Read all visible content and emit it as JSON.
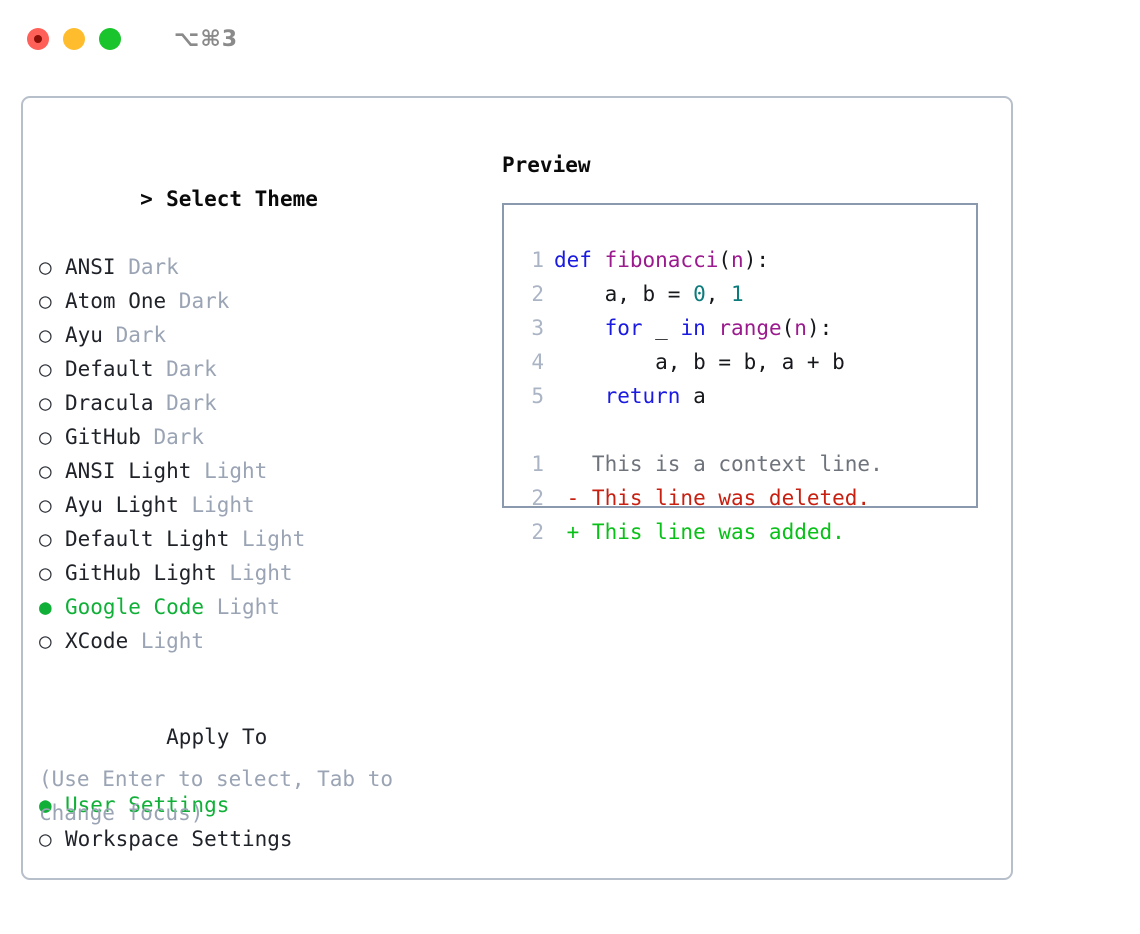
{
  "window": {
    "shortcut": "⌥⌘3",
    "traffic_lights": [
      "close",
      "minimize",
      "zoom"
    ]
  },
  "theme_picker": {
    "title": "Select Theme",
    "title_marker": ">",
    "bullet_unselected": "○",
    "bullet_selected": "●",
    "selected_theme": "Google Code",
    "accent_color": "#10b038",
    "variant_color": "#9aa4b4",
    "items": [
      {
        "name": "ANSI",
        "variant": "Dark",
        "selected": false
      },
      {
        "name": "Atom One",
        "variant": "Dark",
        "selected": false
      },
      {
        "name": "Ayu",
        "variant": "Dark",
        "selected": false
      },
      {
        "name": "Default",
        "variant": "Dark",
        "selected": false
      },
      {
        "name": "Dracula",
        "variant": "Dark",
        "selected": false
      },
      {
        "name": "GitHub",
        "variant": "Dark",
        "selected": false
      },
      {
        "name": "ANSI Light",
        "variant": "Light",
        "selected": false
      },
      {
        "name": "Ayu Light",
        "variant": "Light",
        "selected": false
      },
      {
        "name": "Default Light",
        "variant": "Light",
        "selected": false
      },
      {
        "name": "GitHub Light",
        "variant": "Light",
        "selected": false
      },
      {
        "name": "Google Code",
        "variant": "Light",
        "selected": true
      },
      {
        "name": "XCode",
        "variant": "Light",
        "selected": false
      }
    ]
  },
  "apply_to": {
    "title": "Apply To",
    "items": [
      {
        "name": "User Settings",
        "selected": true
      },
      {
        "name": "Workspace Settings",
        "selected": false
      }
    ]
  },
  "hint": "(Use Enter to select, Tab to change focus)",
  "preview": {
    "title": "Preview",
    "border_color": "#8a99ad",
    "code": [
      {
        "line_no": "1",
        "tokens": [
          {
            "t": "def ",
            "c": "kw"
          },
          {
            "t": "fibonacci",
            "c": "fn"
          },
          {
            "t": "(",
            "c": "var"
          },
          {
            "t": "n",
            "c": "fn"
          },
          {
            "t": "):",
            "c": "var"
          }
        ]
      },
      {
        "line_no": "2",
        "tokens": [
          {
            "t": "    a, b = ",
            "c": "var"
          },
          {
            "t": "0",
            "c": "num"
          },
          {
            "t": ", ",
            "c": "var"
          },
          {
            "t": "1",
            "c": "num"
          }
        ]
      },
      {
        "line_no": "3",
        "tokens": [
          {
            "t": "    ",
            "c": "var"
          },
          {
            "t": "for",
            "c": "kw"
          },
          {
            "t": " _ ",
            "c": "var"
          },
          {
            "t": "in",
            "c": "kw"
          },
          {
            "t": " ",
            "c": "var"
          },
          {
            "t": "range",
            "c": "fn"
          },
          {
            "t": "(",
            "c": "var"
          },
          {
            "t": "n",
            "c": "fn"
          },
          {
            "t": "):",
            "c": "var"
          }
        ]
      },
      {
        "line_no": "4",
        "tokens": [
          {
            "t": "        a, b = b, a + b",
            "c": "var"
          }
        ]
      },
      {
        "line_no": "5",
        "tokens": [
          {
            "t": "    ",
            "c": "var"
          },
          {
            "t": "return",
            "c": "kw"
          },
          {
            "t": " a",
            "c": "var"
          }
        ]
      }
    ],
    "diff": [
      {
        "line_no": "1",
        "sign": " ",
        "text": "This is a context line.",
        "kind": "ctx"
      },
      {
        "line_no": "2",
        "sign": "-",
        "text": "This line was deleted.",
        "kind": "del"
      },
      {
        "line_no": "2",
        "sign": "+",
        "text": "This line was added.",
        "kind": "add"
      }
    ],
    "diff_colors": {
      "context": "#6e737c",
      "deleted": "#c71f10",
      "added": "#08c017"
    },
    "syntax_colors": {
      "keyword": "#1a1ae0",
      "function": "#9b1a8e",
      "number": "#0c7b7b",
      "text": "#17181c",
      "line_number": "#aab4c4"
    }
  }
}
